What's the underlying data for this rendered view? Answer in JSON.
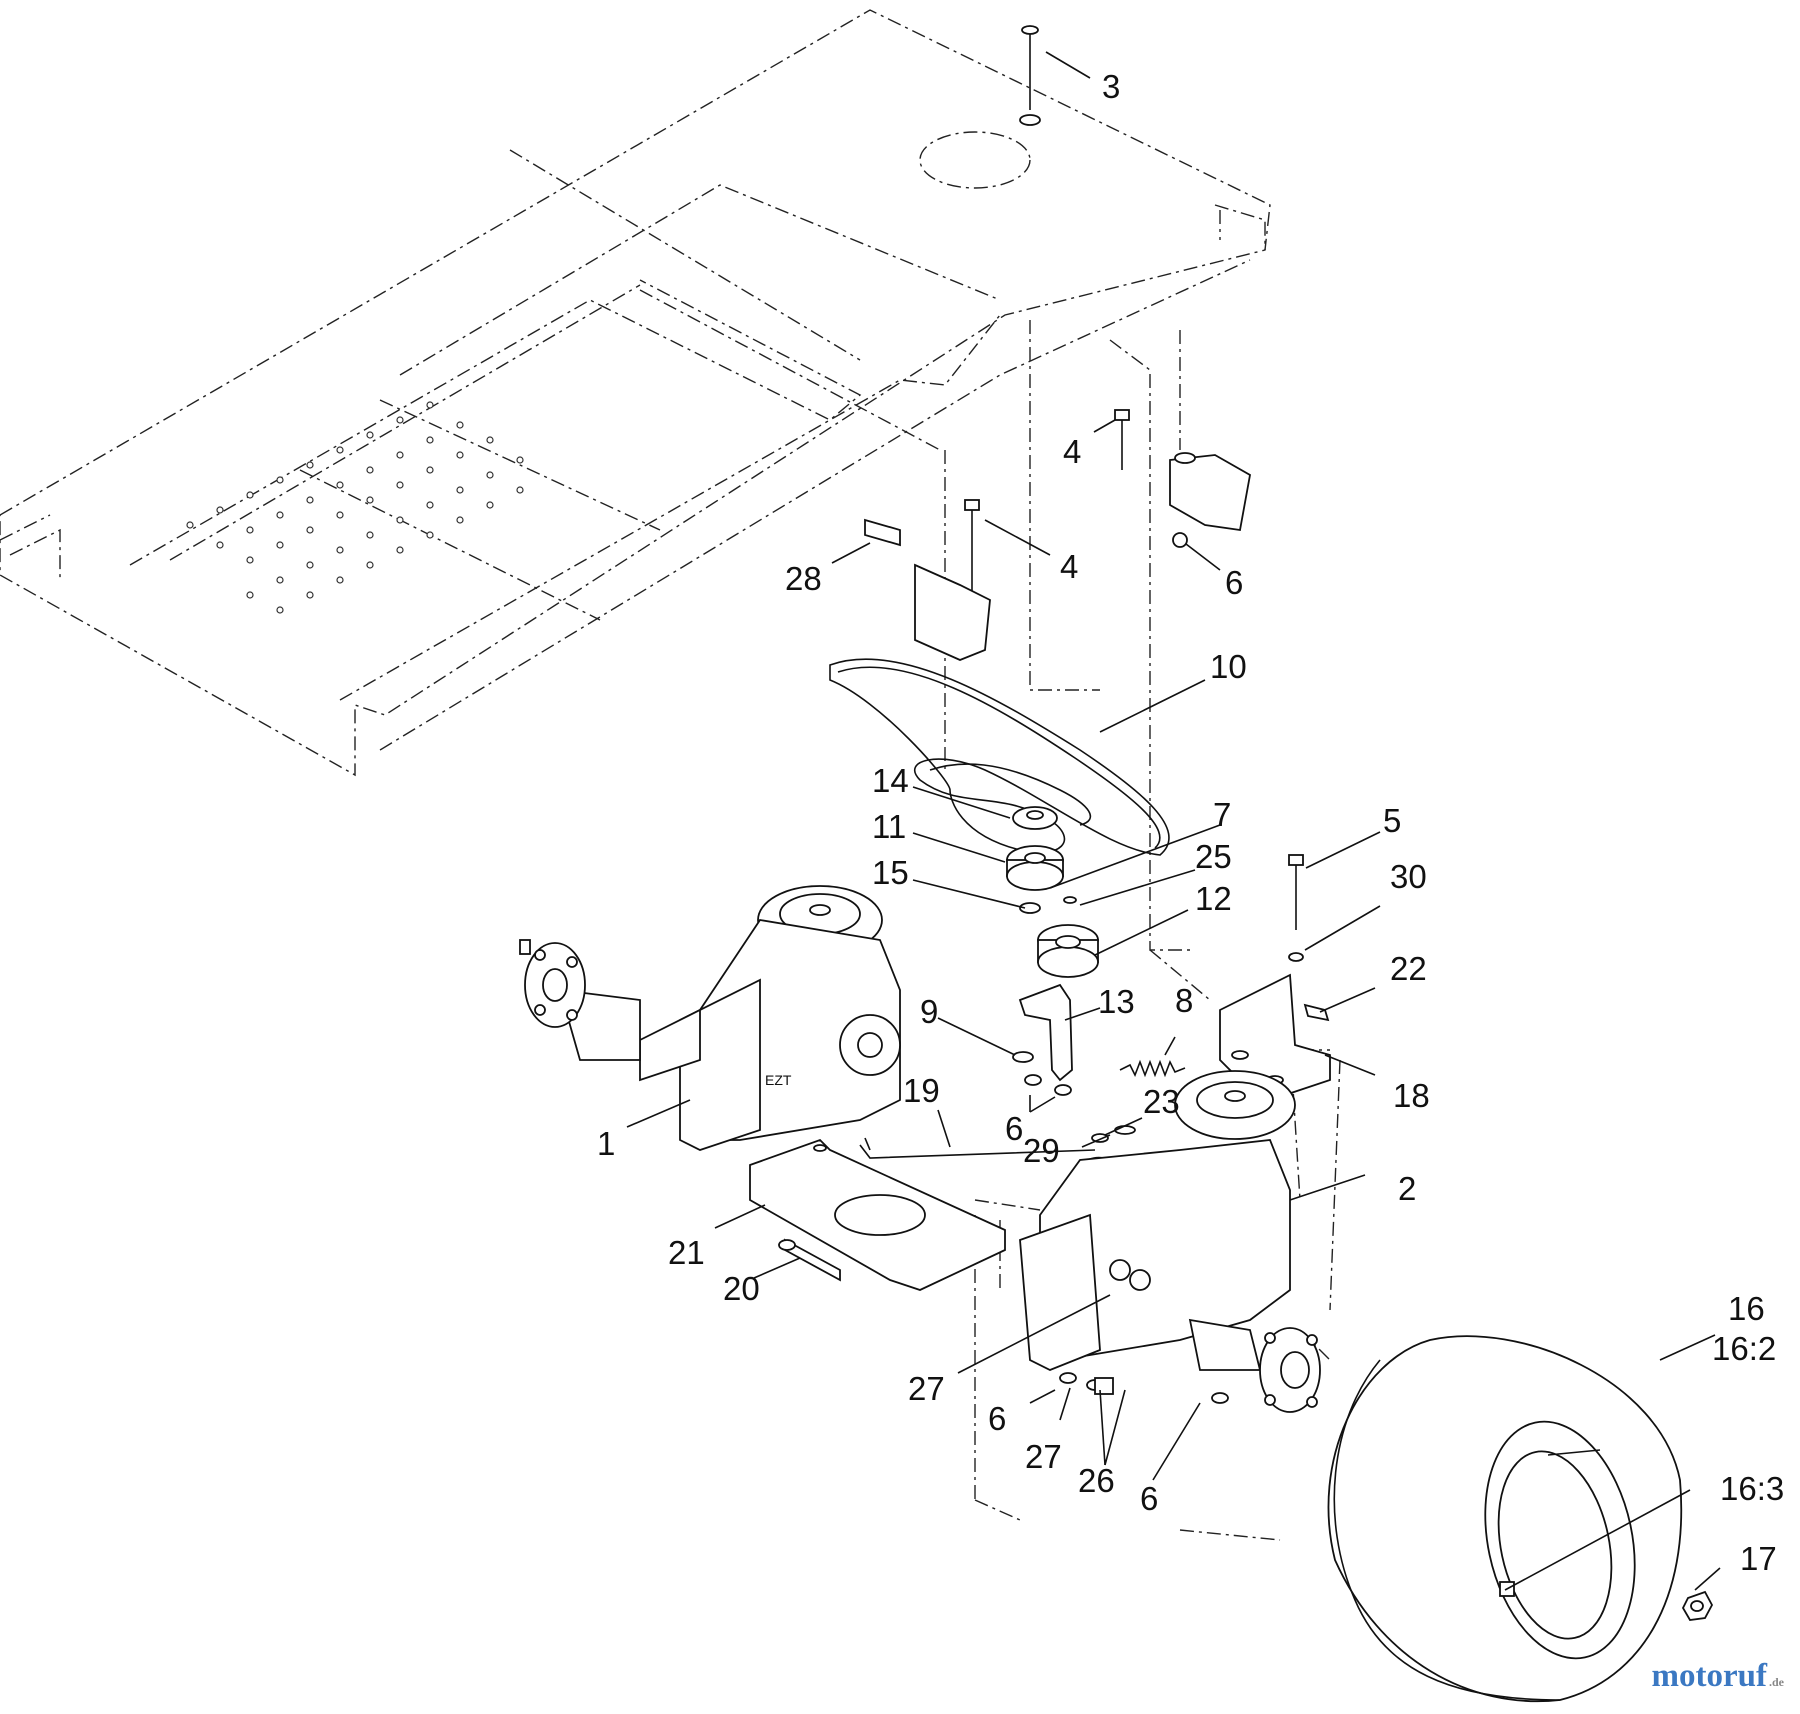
{
  "diagram": {
    "callouts": [
      {
        "id": "c3",
        "label": "3"
      },
      {
        "id": "c4a",
        "label": "4"
      },
      {
        "id": "c4b",
        "label": "4"
      },
      {
        "id": "c6a",
        "label": "6"
      },
      {
        "id": "c28",
        "label": "28"
      },
      {
        "id": "c10",
        "label": "10"
      },
      {
        "id": "c14",
        "label": "14"
      },
      {
        "id": "c7",
        "label": "7"
      },
      {
        "id": "c11",
        "label": "11"
      },
      {
        "id": "c25",
        "label": "25"
      },
      {
        "id": "c5",
        "label": "5"
      },
      {
        "id": "c15",
        "label": "15"
      },
      {
        "id": "c12",
        "label": "12"
      },
      {
        "id": "c30",
        "label": "30"
      },
      {
        "id": "c22",
        "label": "22"
      },
      {
        "id": "c13",
        "label": "13"
      },
      {
        "id": "c8",
        "label": "8"
      },
      {
        "id": "c9",
        "label": "9"
      },
      {
        "id": "c18",
        "label": "18"
      },
      {
        "id": "c19",
        "label": "19"
      },
      {
        "id": "c23",
        "label": "23"
      },
      {
        "id": "c6b",
        "label": "6"
      },
      {
        "id": "c1",
        "label": "1"
      },
      {
        "id": "c29",
        "label": "29"
      },
      {
        "id": "c2",
        "label": "2"
      },
      {
        "id": "c21",
        "label": "21"
      },
      {
        "id": "c20",
        "label": "20"
      },
      {
        "id": "c16",
        "label": "16"
      },
      {
        "id": "c16_2",
        "label": "16:2"
      },
      {
        "id": "c27a",
        "label": "27"
      },
      {
        "id": "c16_3",
        "label": "16:3"
      },
      {
        "id": "c6c",
        "label": "6"
      },
      {
        "id": "c27b",
        "label": "27"
      },
      {
        "id": "c26",
        "label": "26"
      },
      {
        "id": "c6d",
        "label": "6"
      },
      {
        "id": "c17",
        "label": "17"
      }
    ]
  },
  "watermark": {
    "text_main": "motoruf",
    "text_suffix": ".de"
  }
}
